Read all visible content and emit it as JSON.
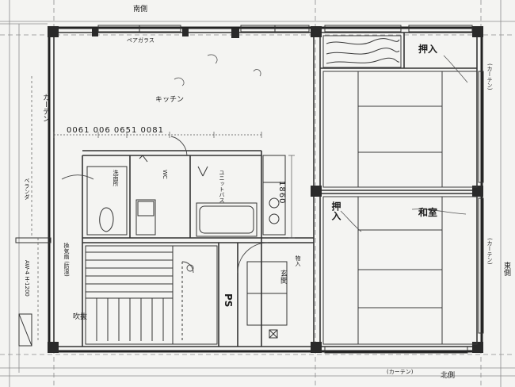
{
  "labels": {
    "top_edge": "南側",
    "top_window": "ペアガラス",
    "curtain": "カーテン",
    "kitchen": "キッチン",
    "dim_top": "0061 006 0651 0081",
    "dim_1860": "1860",
    "washroom": "洗面所",
    "wc": "WC",
    "bath": "ユニットバス",
    "veranda": "ベランダ",
    "left_note": "換気扇 (防湿)",
    "left_spec": "AW-4 H-1200",
    "stair": "吹抜",
    "ps": "PS",
    "entrance": "玄関",
    "storage": "物入",
    "oshiire": "押入",
    "closet_mid": "押入",
    "tatami_note": "和室",
    "right_top": "(カーテン)",
    "right_bottom": "(カーテン)",
    "right_edge": "東側",
    "bottom_right": "(カーテン)",
    "bottom_left": "北側"
  }
}
